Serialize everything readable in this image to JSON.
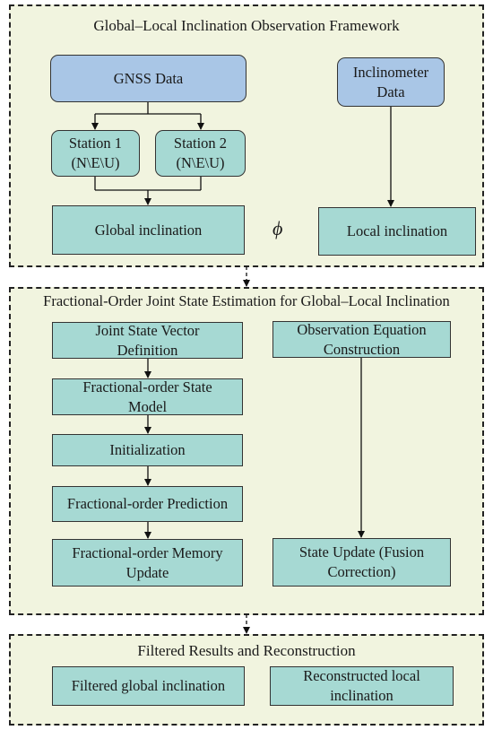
{
  "sections": {
    "global_local": {
      "title": "Global–Local Inclination Observation Framework",
      "gnss": "GNSS Data",
      "station1": [
        "Station 1",
        "(N\\E\\U)"
      ],
      "station2": [
        "Station 2",
        "(N\\E\\U)"
      ],
      "global": "Global inclination",
      "phi": "ϕ",
      "inclinometer": [
        "Inclinometer",
        "Data"
      ],
      "local": "Local inclination"
    },
    "estimation": {
      "title": "Fractional-Order Joint State Estimation for Global–Local Inclination",
      "joint_state": [
        "Joint State Vector",
        "Definition"
      ],
      "state_model": [
        "Fractional-order State",
        "Model"
      ],
      "initialization": "Initialization",
      "prediction": "Fractional-order Prediction",
      "memory_update": [
        "Fractional-order Memory",
        "Update"
      ],
      "observation": [
        "Observation Equation",
        "Construction"
      ],
      "state_update": [
        "State Update (Fusion",
        "Correction)"
      ]
    },
    "results": {
      "title": "Filtered Results and Reconstruction",
      "filtered_global": "Filtered global inclination",
      "reconstructed_local": [
        "Reconstructed local",
        "inclination"
      ]
    }
  },
  "colors": {
    "panel_fill": "#f1f4df",
    "box_teal": "#a6d9d3",
    "box_blue": "#a9c6e6"
  }
}
